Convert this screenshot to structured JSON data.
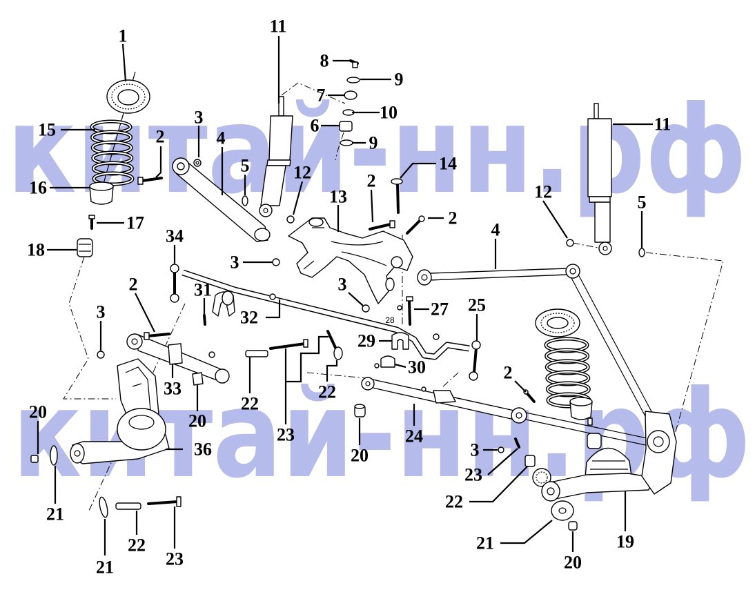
{
  "watermark": {
    "text": "китай-нн.рф",
    "color": "#b5bbea"
  },
  "callouts": [
    "1",
    "11",
    "8",
    "9",
    "7",
    "10",
    "6",
    "9",
    "11",
    "15",
    "3",
    "2",
    "4",
    "14",
    "16",
    "5",
    "12",
    "2",
    "13",
    "12",
    "5",
    "17",
    "2",
    "4",
    "34",
    "18",
    "3",
    "3",
    "2",
    "31",
    "25",
    "27",
    "32",
    "3",
    "29",
    "30",
    "33",
    "22",
    "2",
    "22",
    "20",
    "20",
    "24",
    "23",
    "36",
    "20",
    "3",
    "23",
    "22",
    "21",
    "21",
    "19",
    "22",
    "23",
    "21",
    "20"
  ],
  "part_marking": "28"
}
